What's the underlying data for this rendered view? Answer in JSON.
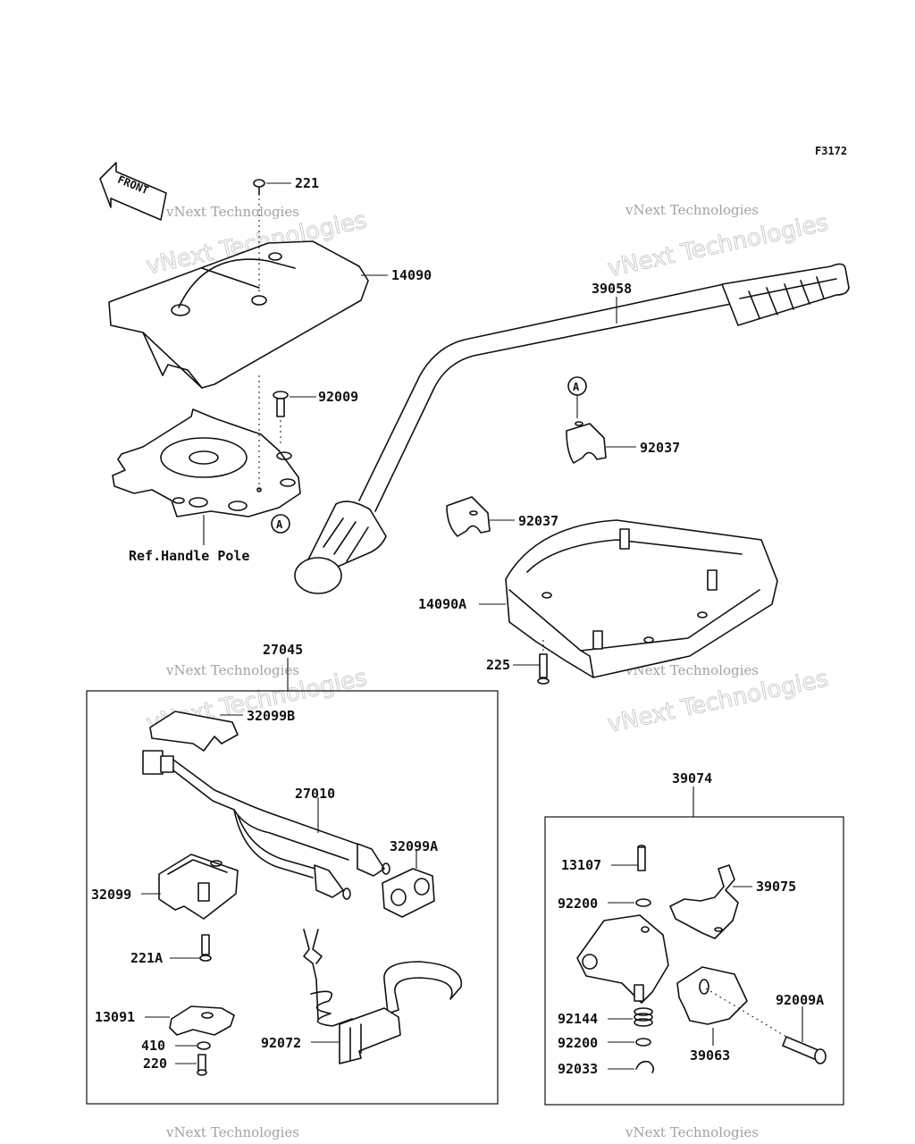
{
  "figure_code": "F3172",
  "front_arrow_label": "FRONT",
  "ref_note": "Ref.Handle Pole",
  "callout_marker": "A",
  "watermark": {
    "line1": "vNext Technologies",
    "line2": "vNext Technologies"
  },
  "parts": {
    "p221": "221",
    "p14090": "14090",
    "p92009": "92009",
    "p39058": "39058",
    "p92037_top": "92037",
    "p92037_mid": "92037",
    "p14090A": "14090A",
    "p225": "225",
    "p27045": "27045",
    "p32099B": "32099B",
    "p27010": "27010",
    "p32099A": "32099A",
    "p32099": "32099",
    "p221A": "221A",
    "p13091": "13091",
    "p410": "410",
    "p220": "220",
    "p92072": "92072",
    "p39074": "39074",
    "p13107": "13107",
    "p39075": "39075",
    "p92200_top": "92200",
    "p92009A": "92009A",
    "p92144": "92144",
    "p92200_bot": "92200",
    "p39063": "39063",
    "p92033": "92033"
  }
}
